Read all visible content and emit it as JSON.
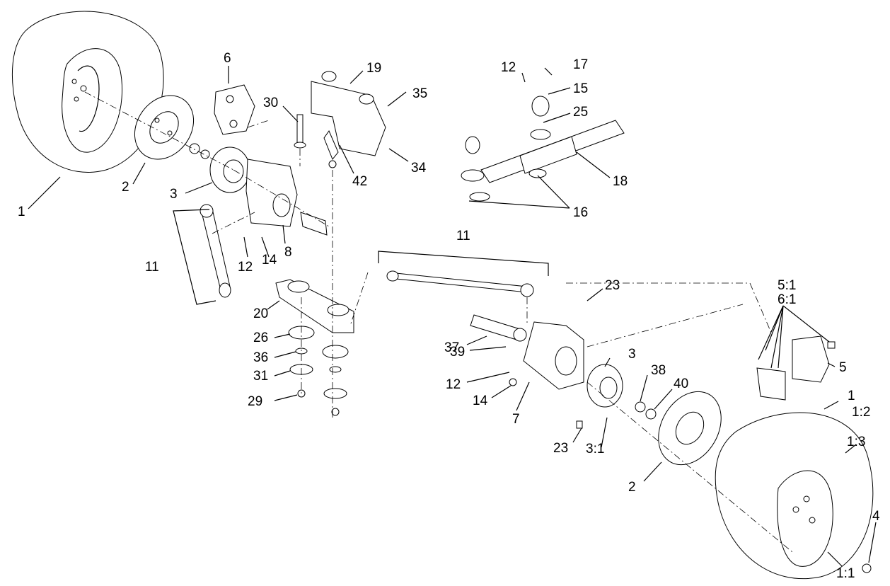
{
  "callouts": [
    {
      "id": "c-1-left",
      "text": "1"
    },
    {
      "id": "c-2-left",
      "text": "2"
    },
    {
      "id": "c-3-left",
      "text": "3"
    },
    {
      "id": "c-6",
      "text": "6"
    },
    {
      "id": "c-30",
      "text": "30"
    },
    {
      "id": "c-19",
      "text": "19"
    },
    {
      "id": "c-35",
      "text": "35"
    },
    {
      "id": "c-42",
      "text": "42"
    },
    {
      "id": "c-34",
      "text": "34"
    },
    {
      "id": "c-12-top",
      "text": "12"
    },
    {
      "id": "c-17",
      "text": "17"
    },
    {
      "id": "c-15",
      "text": "15"
    },
    {
      "id": "c-25",
      "text": "25"
    },
    {
      "id": "c-18",
      "text": "18"
    },
    {
      "id": "c-16",
      "text": "16"
    },
    {
      "id": "c-8",
      "text": "8"
    },
    {
      "id": "c-11-left",
      "text": "11"
    },
    {
      "id": "c-12-mid",
      "text": "12"
    },
    {
      "id": "c-14-mid",
      "text": "14"
    },
    {
      "id": "c-11-center",
      "text": "11"
    },
    {
      "id": "c-20",
      "text": "20"
    },
    {
      "id": "c-26",
      "text": "26"
    },
    {
      "id": "c-36",
      "text": "36"
    },
    {
      "id": "c-31",
      "text": "31"
    },
    {
      "id": "c-29",
      "text": "29"
    },
    {
      "id": "c-23-top",
      "text": "23"
    },
    {
      "id": "c-5-1",
      "text": "5:1"
    },
    {
      "id": "c-6-1",
      "text": "6:1"
    },
    {
      "id": "c-5",
      "text": "5"
    },
    {
      "id": "c-37",
      "text": "37"
    },
    {
      "id": "c-39",
      "text": "39"
    },
    {
      "id": "c-3-right",
      "text": "3"
    },
    {
      "id": "c-38",
      "text": "38"
    },
    {
      "id": "c-40",
      "text": "40"
    },
    {
      "id": "c-12-low",
      "text": "12"
    },
    {
      "id": "c-14-low",
      "text": "14"
    },
    {
      "id": "c-7",
      "text": "7"
    },
    {
      "id": "c-23-low",
      "text": "23"
    },
    {
      "id": "c-3-1",
      "text": "3:1"
    },
    {
      "id": "c-2-right",
      "text": "2"
    },
    {
      "id": "c-1-right",
      "text": "1"
    },
    {
      "id": "c-1-2",
      "text": "1:2"
    },
    {
      "id": "c-1-3",
      "text": "1:3"
    },
    {
      "id": "c-4",
      "text": "4"
    },
    {
      "id": "c-1-1",
      "text": "1:1"
    }
  ]
}
